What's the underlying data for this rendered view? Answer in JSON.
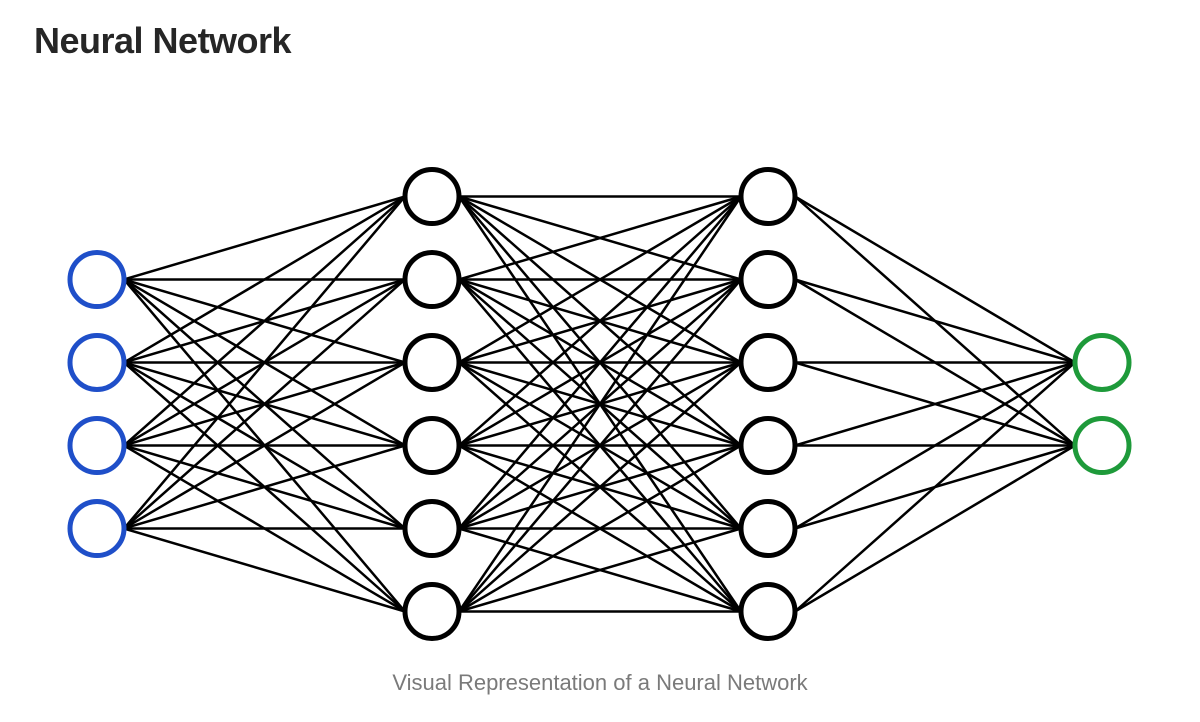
{
  "page": {
    "title": "Neural Network",
    "caption": "Visual Representation of a Neural Network"
  },
  "diagram": {
    "type": "fully-connected-neural-network",
    "layers": [
      {
        "nodes": 4,
        "color": "#1f4fc9"
      },
      {
        "nodes": 6,
        "color": "#000000"
      },
      {
        "nodes": 6,
        "color": "#000000"
      },
      {
        "nodes": 2,
        "color": "#1e9a3a"
      }
    ],
    "edge_color": "#000000"
  }
}
